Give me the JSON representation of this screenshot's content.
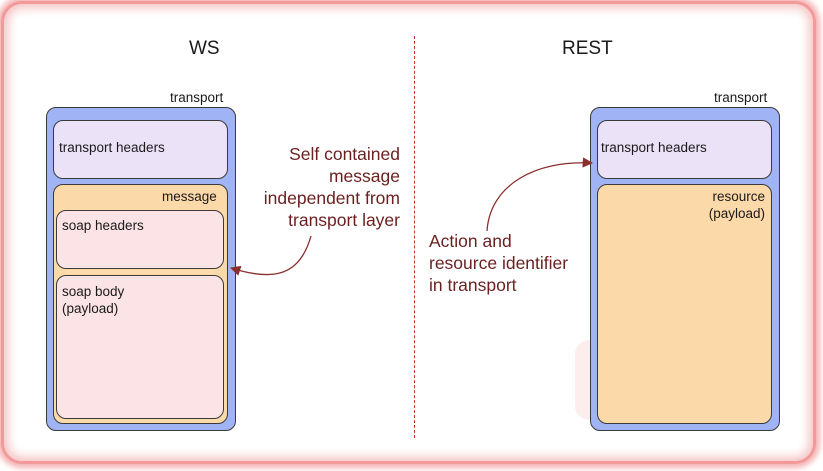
{
  "ws": {
    "title": "WS",
    "transport_label": "transport",
    "transport_headers_label": "transport headers",
    "message_label": "message",
    "soap_headers_label": "soap headers",
    "soap_body_label_1": "soap body",
    "soap_body_label_2": "(payload)",
    "annotation": [
      "Self contained",
      "message",
      "independent from",
      "transport layer"
    ]
  },
  "rest": {
    "title": "REST",
    "transport_label": "transport",
    "transport_headers_label": "transport headers",
    "resource_label_1": "resource",
    "resource_label_2": "(payload)",
    "annotation": [
      "Action and",
      "resource identifier",
      "in transport"
    ]
  },
  "colors": {
    "transport": "#9fb3f5",
    "headers": "#ece2f8",
    "message": "#fcd9a8",
    "soap": "#fbe3e6",
    "arrow": "#8b2e2e",
    "frame": "#f29a9a"
  }
}
